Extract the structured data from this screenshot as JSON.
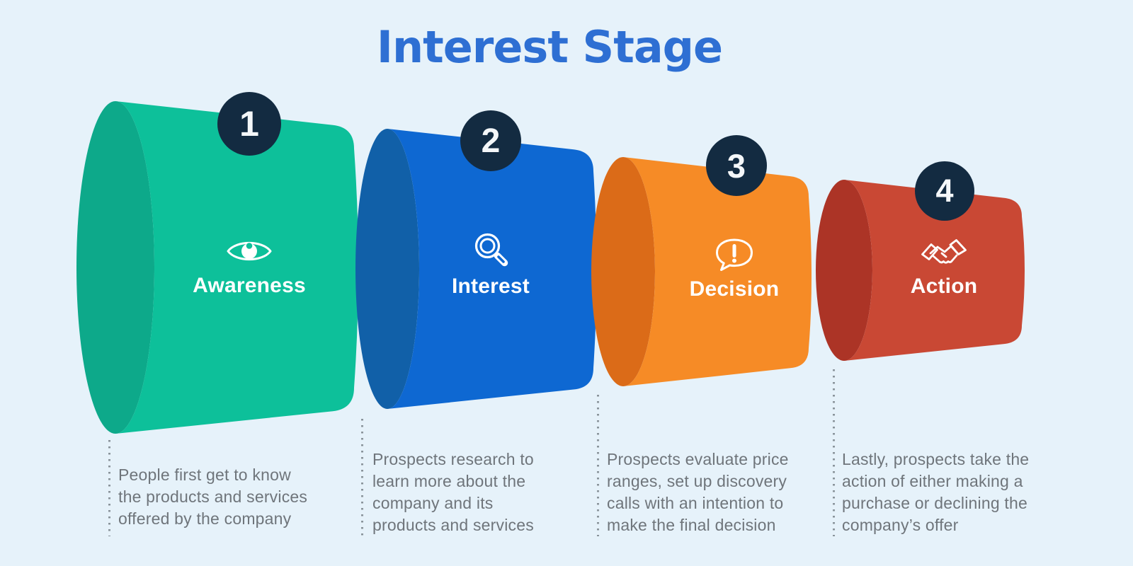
{
  "title": "Interest Stage",
  "colors": {
    "background": "#E6F2FA",
    "title": "#2E6FD3",
    "badge": "#132B41",
    "badge_text": "#F4F7F9",
    "stage_text": "#FFFFFF",
    "description_text": "#6F757B",
    "dotted_line": "#8A949B"
  },
  "stages": [
    {
      "number": "1",
      "label": "Awareness",
      "icon": "eye-icon",
      "color": "#0DC09A",
      "edge_color": "#0DA98A",
      "description": "People first get to know\nthe products and services\noffered by the company"
    },
    {
      "number": "2",
      "label": "Interest",
      "icon": "magnifying-glass-icon",
      "color": "#0E68D2",
      "edge_color": "#1160A8",
      "description": "Prospects research to\nlearn more about the\ncompany and its\nproducts and services"
    },
    {
      "number": "3",
      "label": "Decision",
      "icon": "speech-bubble-exclamation-icon",
      "color": "#F68B26",
      "edge_color": "#DB6B18",
      "description": "Prospects evaluate price\nranges, set up discovery\ncalls with an intention to\nmake the final decision"
    },
    {
      "number": "4",
      "label": "Action",
      "icon": "handshake-icon",
      "color": "#C94834",
      "edge_color": "#AC3426",
      "description": "Lastly, prospects take the\naction of either making a\npurchase or declining the\ncompany’s offer"
    }
  ]
}
